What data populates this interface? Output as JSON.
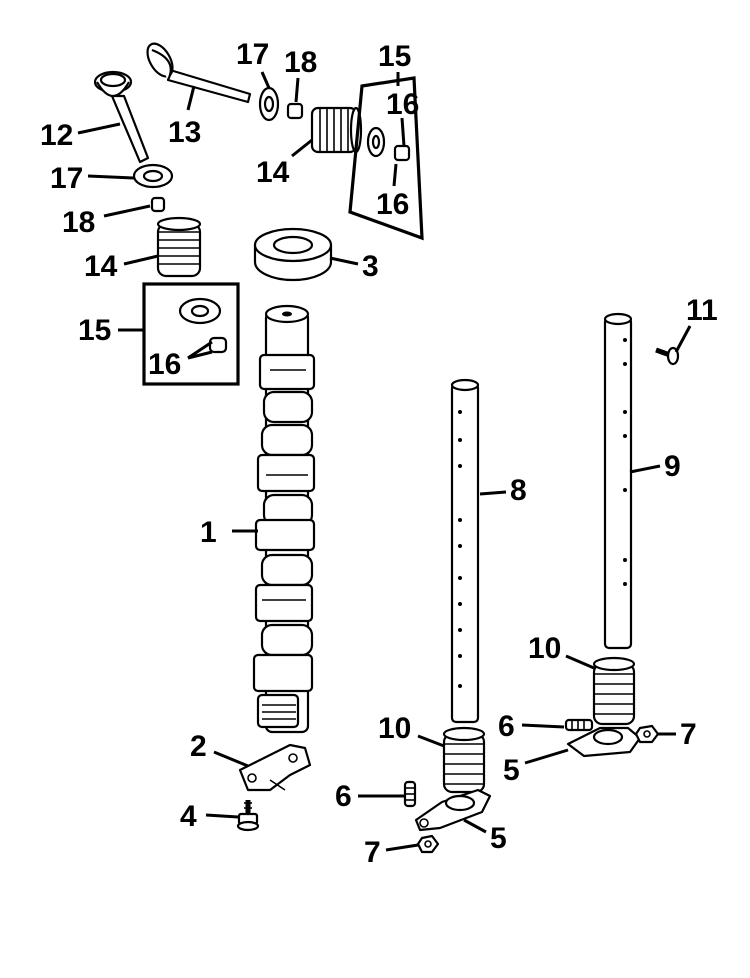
{
  "diagram": {
    "callouts": {
      "c1": "1",
      "c2": "2",
      "c3": "3",
      "c4": "4",
      "c5a": "5",
      "c5b": "5",
      "c6a": "6",
      "c6b": "6",
      "c7a": "7",
      "c7b": "7",
      "c8": "8",
      "c9": "9",
      "c10a": "10",
      "c10b": "10",
      "c11": "11",
      "c12": "12",
      "c13": "13",
      "c14a": "14",
      "c14b": "14",
      "c15a": "15",
      "c15b": "15",
      "c16a": "16",
      "c16b": "16",
      "c16c": "16",
      "c17a": "17",
      "c17b": "17",
      "c18a": "18",
      "c18b": "18"
    }
  }
}
